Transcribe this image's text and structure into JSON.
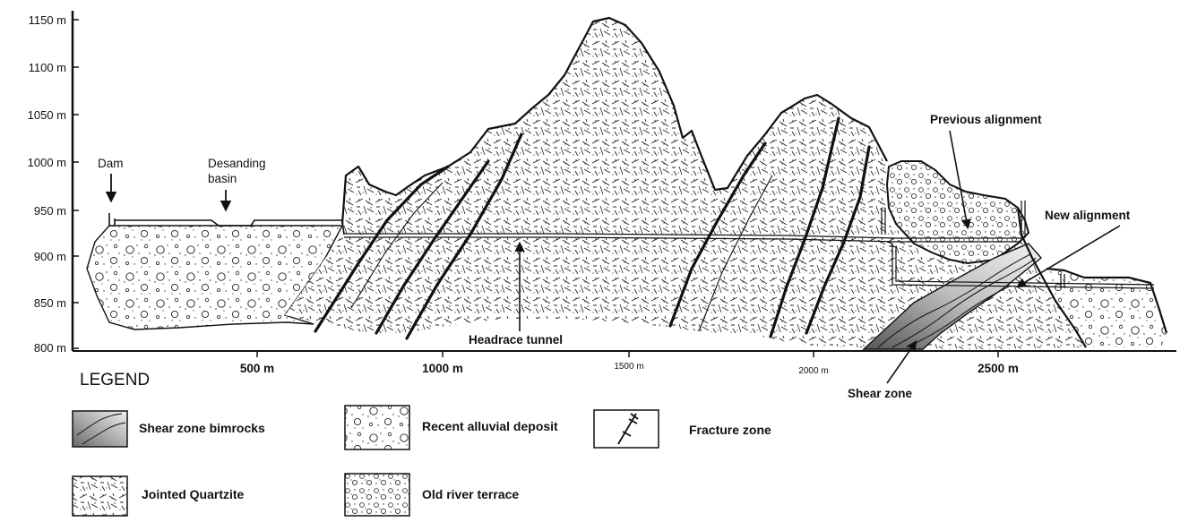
{
  "y_axis": {
    "ticks": [
      "1150 m",
      "1100 m",
      "1050 m",
      "1000 m",
      "950 m",
      "900 m",
      "850 m",
      "800 m"
    ]
  },
  "x_axis": {
    "ticks": [
      "500 m",
      "1000 m",
      "1500 m",
      "2000 m",
      "2500 m"
    ]
  },
  "annotations": {
    "dam": "Dam",
    "desanding_1": "Desanding",
    "desanding_2": "basin",
    "headrace": "Headrace tunnel",
    "previous": "Previous alignment",
    "new_alignment": "New alignment",
    "shear_zone": "Shear zone"
  },
  "legend": {
    "title": "LEGEND",
    "items": {
      "shear": "Shear zone bimrocks",
      "alluvial": "Recent alluvial deposit",
      "fracture": "Fracture zone",
      "quartzite": "Jointed Quartzite",
      "terrace": "Old river terrace"
    }
  },
  "colors": {
    "line": "#111111",
    "shear_fill_dark": "#6e6e6e",
    "shear_fill_light": "#e6e6e6",
    "background": "#ffffff"
  }
}
